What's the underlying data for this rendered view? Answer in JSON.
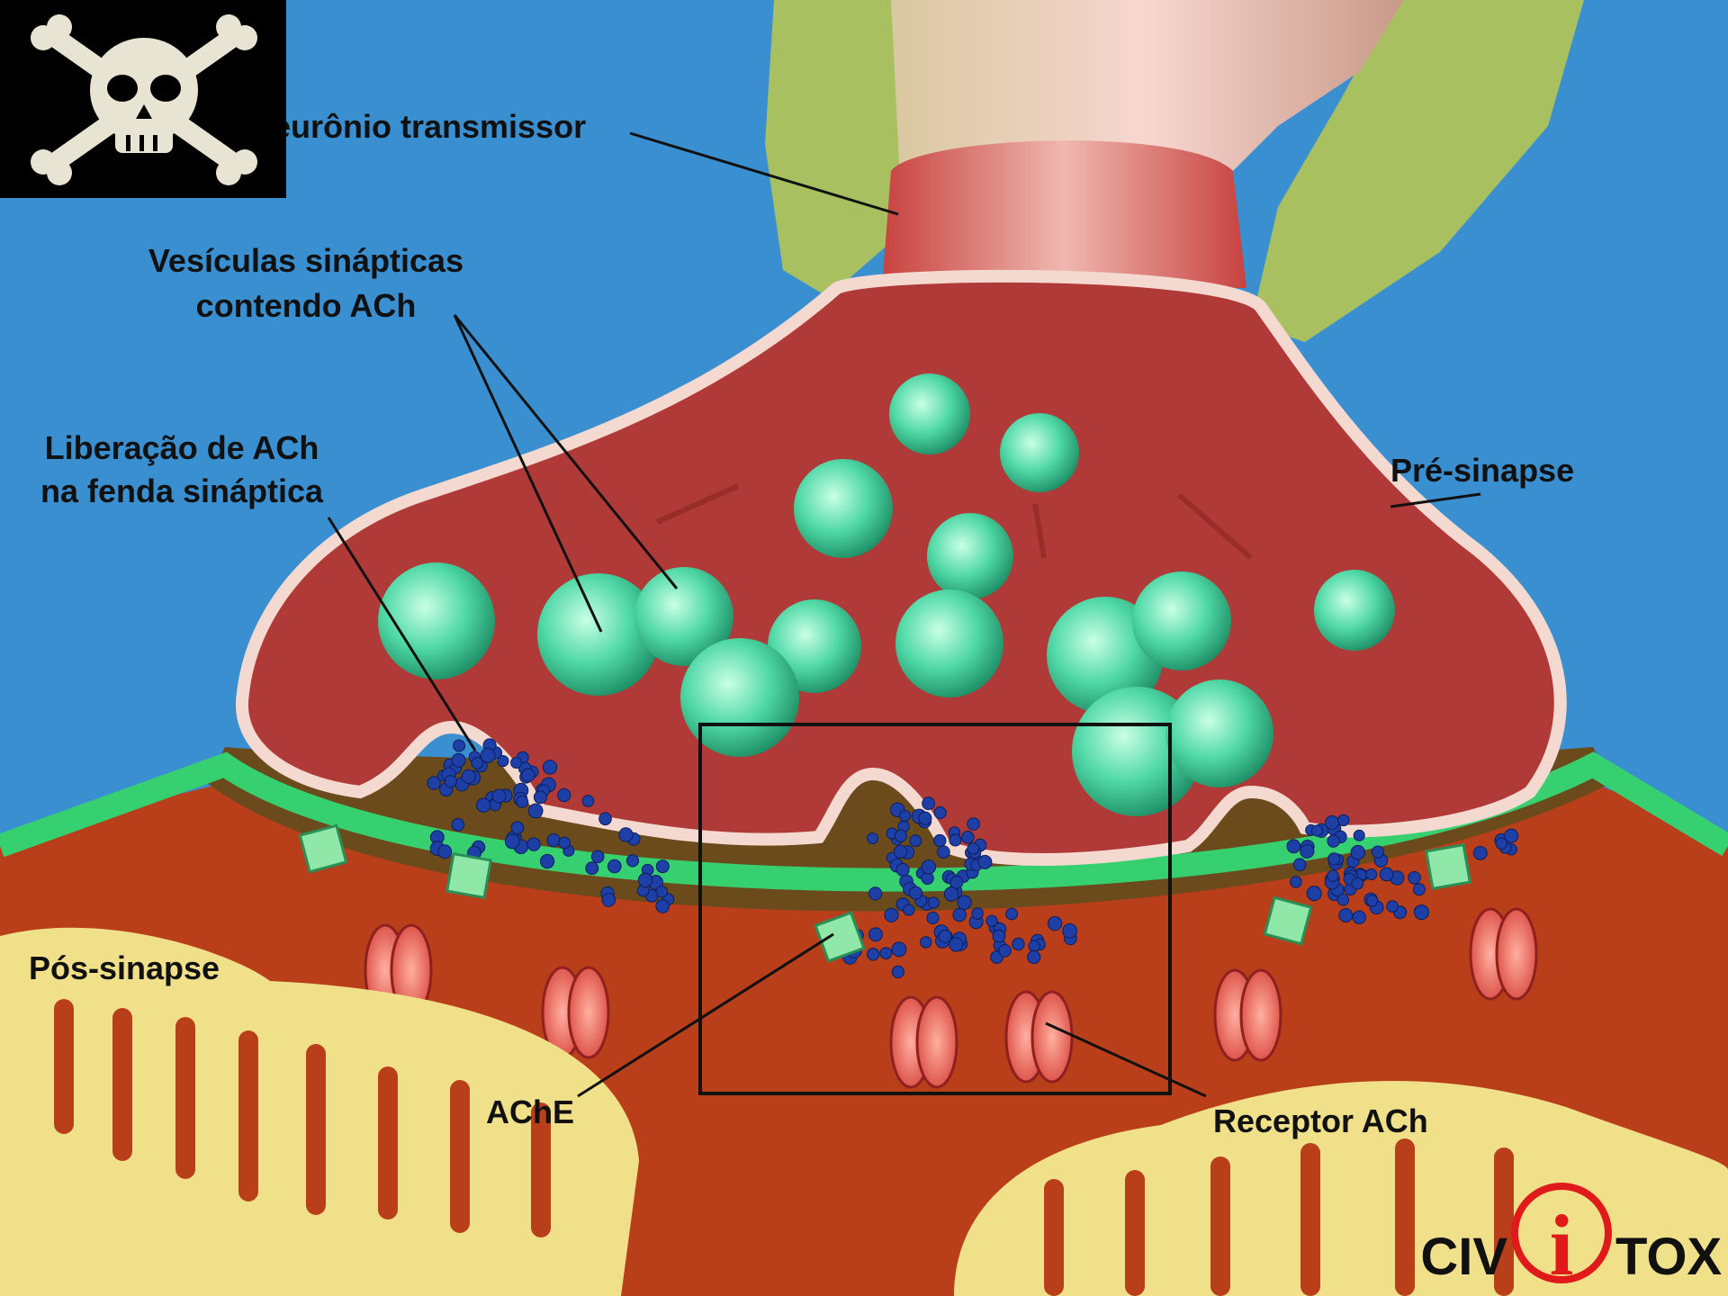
{
  "labels": {
    "transmitter_neuron": "eurônio transmissor",
    "vesicles_line1": "Vesículas sinápticas",
    "vesicles_line2": "contendo ACh",
    "release_line1": "Liberação de ACh",
    "release_line2": "na fenda sináptica",
    "presynapse": "Pré-sinapse",
    "postsynapse": "Pós-sinapse",
    "ache": "AChE",
    "receptor": "Receptor ACh"
  },
  "logo": {
    "text_left": "CIV",
    "text_mid": "i",
    "text_right": "TOX"
  },
  "icons": {
    "hazard": "skull-and-crossbones-icon"
  },
  "colors": {
    "background": "#3a8fd0",
    "presynaptic_terminal": "#b03a38",
    "membrane_outline": "#f3d9cf",
    "vesicle": "#4fd8a6",
    "ach_molecule": "#1d3fa6",
    "ache_enzyme": "#8fe7a8",
    "receptor": "#e0564f",
    "postsynaptic_membrane": "#36d070",
    "synaptic_cleft": "#6b4a1c",
    "postsynaptic_cell": "#b83f1a",
    "logo_red": "#e01a1a"
  }
}
